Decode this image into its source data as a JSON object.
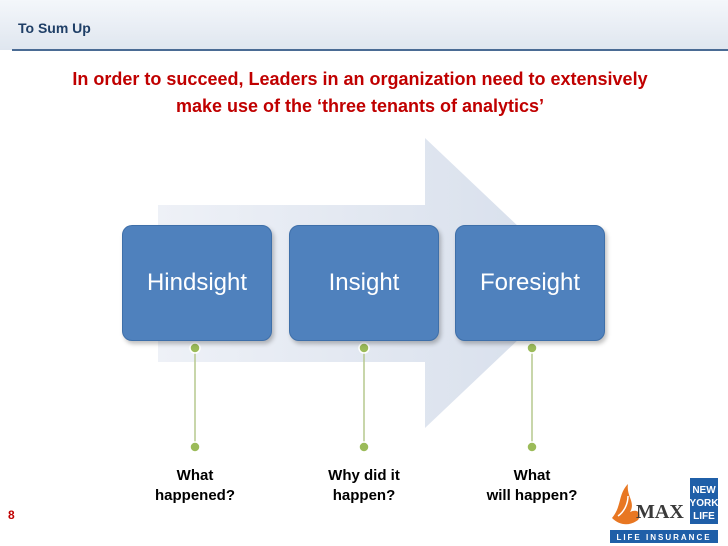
{
  "header": {
    "title": "To Sum Up"
  },
  "subtitle": {
    "line1": "In order to succeed, Leaders in an organization need to extensively",
    "line2": "make use of the ‘three tenants of analytics’"
  },
  "stages": [
    {
      "label": "Hindsight",
      "caption_line1": "What",
      "caption_line2": "happened?"
    },
    {
      "label": "Insight",
      "caption_line1": "Why did it",
      "caption_line2": "happen?"
    },
    {
      "label": "Foresight",
      "caption_line1": "What",
      "caption_line2": "will happen?"
    }
  ],
  "page_number": "8",
  "logo": {
    "brand": "MAX",
    "partner_line1": "NEW",
    "partner_line2": "YORK",
    "partner_line3": "LIFE",
    "tagline": "LIFE INSURANCE"
  },
  "colors": {
    "accent_red": "#c00000",
    "box_blue": "#4f81bd",
    "arrow": "#dde3ee",
    "connector_green": "#9bbb59",
    "header_navy": "#1f3f67"
  }
}
